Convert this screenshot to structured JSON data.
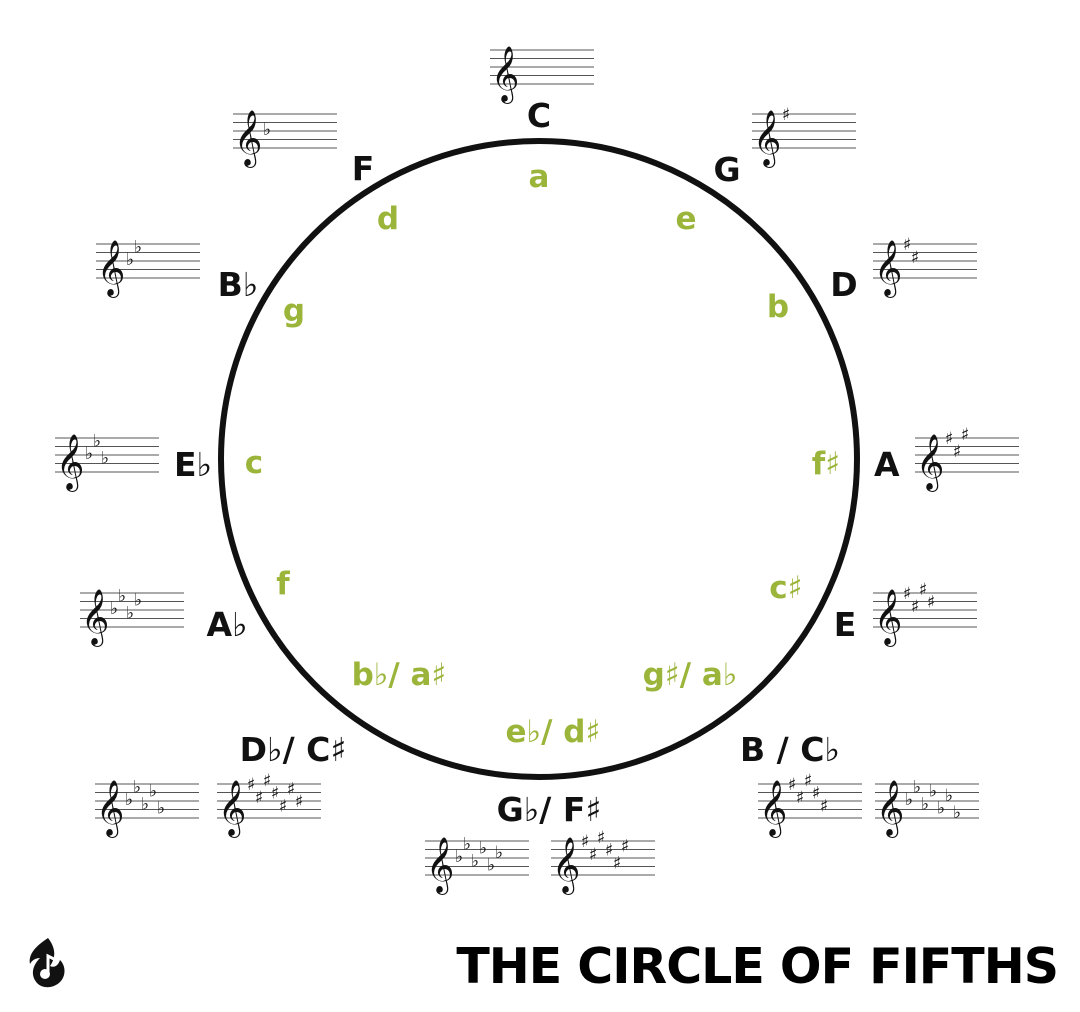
{
  "title": "THE CIRCLE OF FIFTHS",
  "colors": {
    "major": "#111111",
    "minor": "#9bb53a",
    "circle": "#111111"
  },
  "logo_icon": "flame-music-note-logo",
  "keys": [
    {
      "id": "c",
      "major": "C",
      "minor": "a",
      "accidental": "none",
      "sigs": [
        0
      ]
    },
    {
      "id": "g",
      "major": "G",
      "minor": "e",
      "accidental": "sharp",
      "sigs": [
        1
      ]
    },
    {
      "id": "d",
      "major": "D",
      "minor": "b",
      "accidental": "sharp",
      "sigs": [
        2
      ]
    },
    {
      "id": "a",
      "major": "A",
      "minor": "f♯",
      "accidental": "sharp",
      "sigs": [
        3
      ]
    },
    {
      "id": "e",
      "major": "E",
      "minor": "c♯",
      "accidental": "sharp",
      "sigs": [
        4
      ]
    },
    {
      "id": "b",
      "major": "B / C♭",
      "minor": "g♯/ a♭",
      "accidental": "mixed",
      "sigs": [
        5,
        -7
      ]
    },
    {
      "id": "gb",
      "major": "G♭/ F♯",
      "minor": "e♭/ d♯",
      "accidental": "mixed",
      "sigs": [
        -6,
        6
      ]
    },
    {
      "id": "db",
      "major": "D♭/ C♯",
      "minor": "b♭/ a♯",
      "accidental": "mixed",
      "sigs": [
        -5,
        7
      ]
    },
    {
      "id": "ab",
      "major": "A♭",
      "minor": "f",
      "accidental": "flat",
      "sigs": [
        -4
      ]
    },
    {
      "id": "eb",
      "major": "E♭",
      "minor": "c",
      "accidental": "flat",
      "sigs": [
        -3
      ]
    },
    {
      "id": "bb",
      "major": "B♭",
      "minor": "g",
      "accidental": "flat",
      "sigs": [
        -2
      ]
    },
    {
      "id": "f",
      "major": "F",
      "minor": "d",
      "accidental": "flat",
      "sigs": [
        -1
      ]
    }
  ]
}
